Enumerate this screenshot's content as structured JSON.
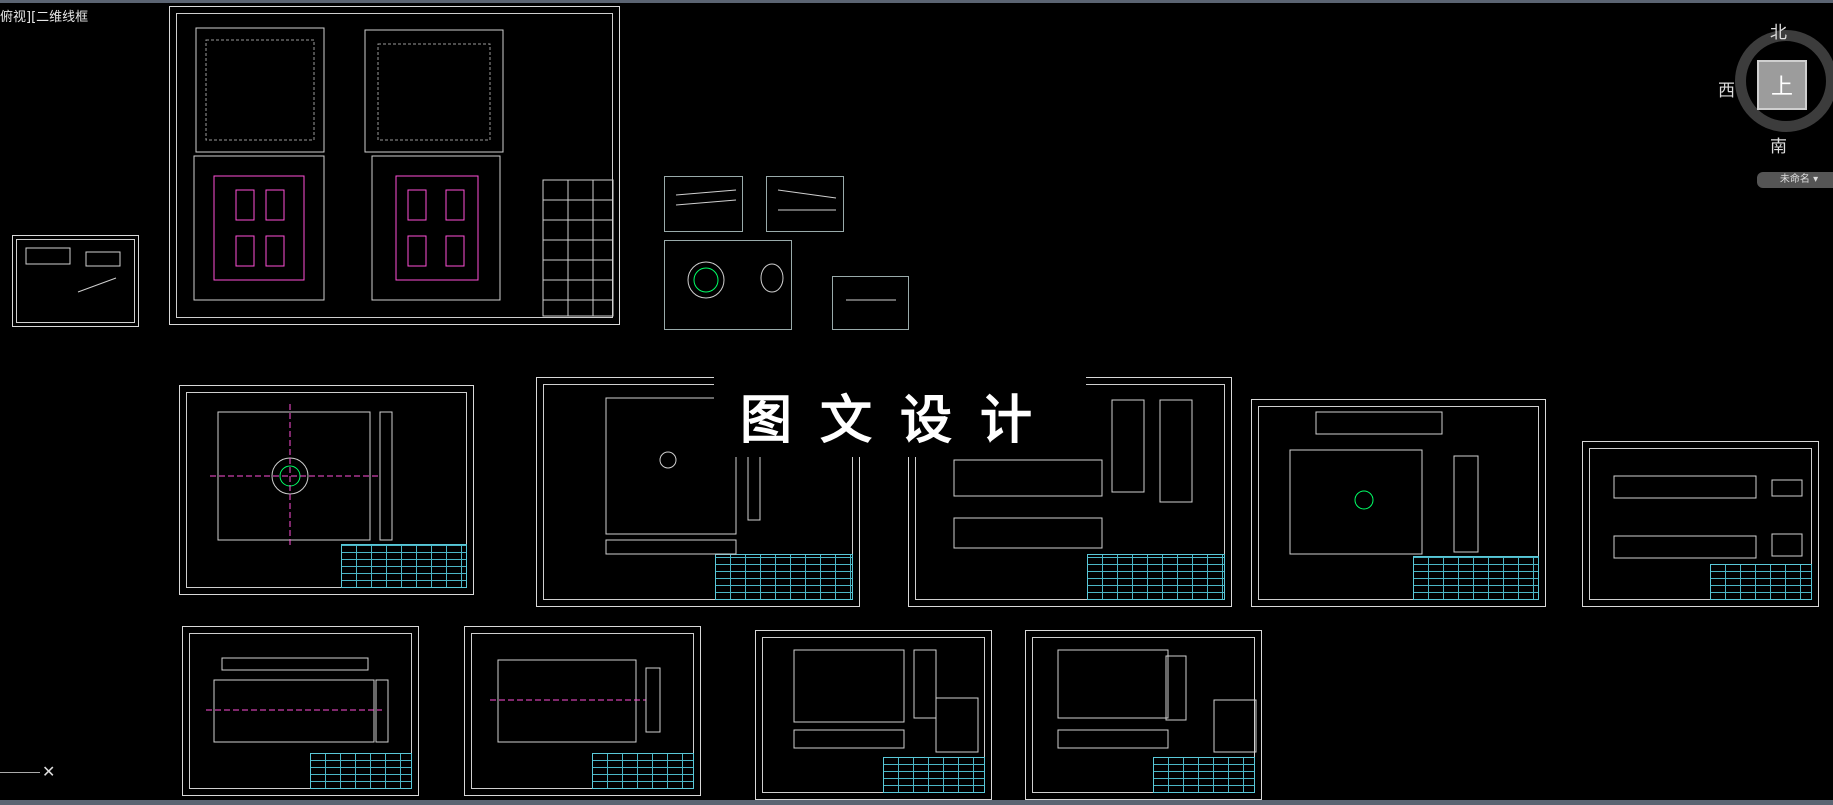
{
  "viewport": {
    "label": "俯视][二维线框"
  },
  "watermark": {
    "text": "图文设计"
  },
  "viewcube": {
    "north": "北",
    "south": "南",
    "west": "西",
    "face": "上",
    "ucs_label": "未命名 ▾"
  },
  "colors": {
    "background": "#000000",
    "sheet_border": "#d9d9d9",
    "title_block": "#4bb6c6",
    "dimension": "#00ff66",
    "centerline": "#ff4fd8",
    "geometry": "#ffffff"
  },
  "drawing_sheets": [
    {
      "id": "assembly-main",
      "kind": "assembly"
    },
    {
      "id": "small-part-1",
      "kind": "part"
    },
    {
      "id": "small-part-2",
      "kind": "part"
    },
    {
      "id": "ring-part",
      "kind": "part"
    },
    {
      "id": "pin-part",
      "kind": "part"
    },
    {
      "id": "plate-1",
      "kind": "plate"
    },
    {
      "id": "plate-2",
      "kind": "plate"
    },
    {
      "id": "plate-3",
      "kind": "plate"
    },
    {
      "id": "plate-4",
      "kind": "plate"
    },
    {
      "id": "plate-5",
      "kind": "plate"
    },
    {
      "id": "plate-6",
      "kind": "plate"
    },
    {
      "id": "plate-7",
      "kind": "plate"
    },
    {
      "id": "cavity-1",
      "kind": "cavity"
    },
    {
      "id": "cavity-2",
      "kind": "cavity"
    },
    {
      "id": "product-part",
      "kind": "product"
    }
  ]
}
